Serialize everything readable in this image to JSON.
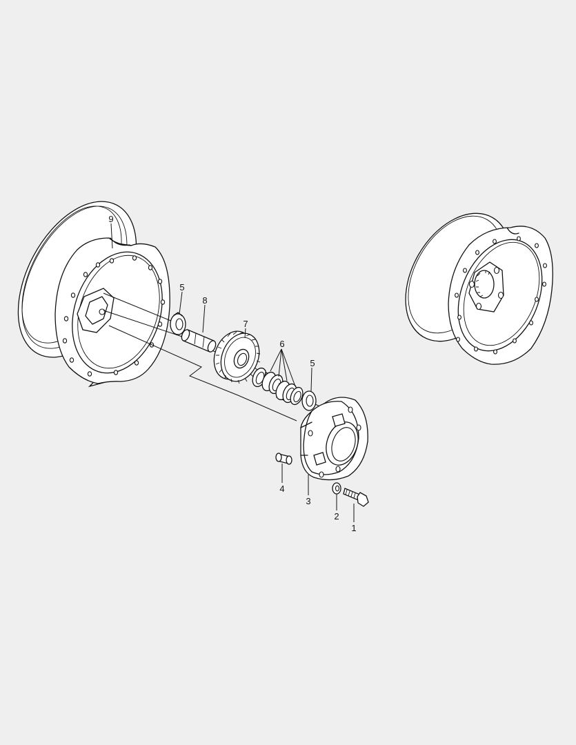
{
  "diagram": {
    "callouts": [
      {
        "id": "c1",
        "label": "1"
      },
      {
        "id": "c2",
        "label": "2"
      },
      {
        "id": "c3",
        "label": "3"
      },
      {
        "id": "c4",
        "label": "4"
      },
      {
        "id": "c5a",
        "label": "5"
      },
      {
        "id": "c5b",
        "label": "5"
      },
      {
        "id": "c6",
        "label": "6"
      },
      {
        "id": "c7",
        "label": "7"
      },
      {
        "id": "c8",
        "label": "8"
      },
      {
        "id": "c9",
        "label": "9"
      }
    ]
  }
}
